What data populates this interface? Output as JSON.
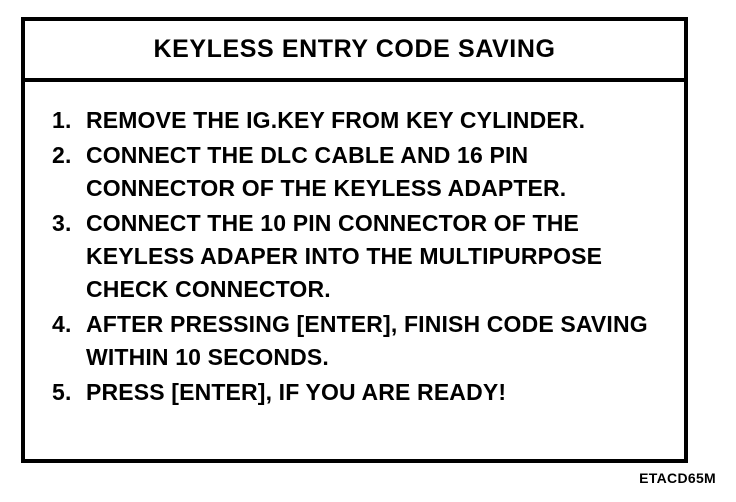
{
  "figure": {
    "title": "KEYLESS ENTRY CODE SAVING",
    "footer_code": "ETACD65M",
    "colors": {
      "ink": "#000000",
      "paper": "#ffffff"
    },
    "steps": [
      {
        "number": "1.",
        "lines": [
          "REMOVE THE IG.KEY FROM KEY CYLINDER."
        ]
      },
      {
        "number": "2.",
        "lines": [
          "CONNECT THE DLC CABLE AND 16 PIN",
          "CONNECTOR OF THE KEYLESS ADAPTER."
        ]
      },
      {
        "number": "3.",
        "lines": [
          "CONNECT THE 10 PIN CONNECTOR OF THE",
          "KEYLESS ADAPER INTO THE MULTIPURPOSE",
          "CHECK CONNECTOR."
        ]
      },
      {
        "number": "4.",
        "lines": [
          "AFTER PRESSING [ENTER], FINISH CODE SAVING",
          "WITHIN 10 SECONDS."
        ]
      },
      {
        "number": "5.",
        "lines": [
          "PRESS [ENTER], IF YOU ARE READY!"
        ]
      }
    ]
  }
}
